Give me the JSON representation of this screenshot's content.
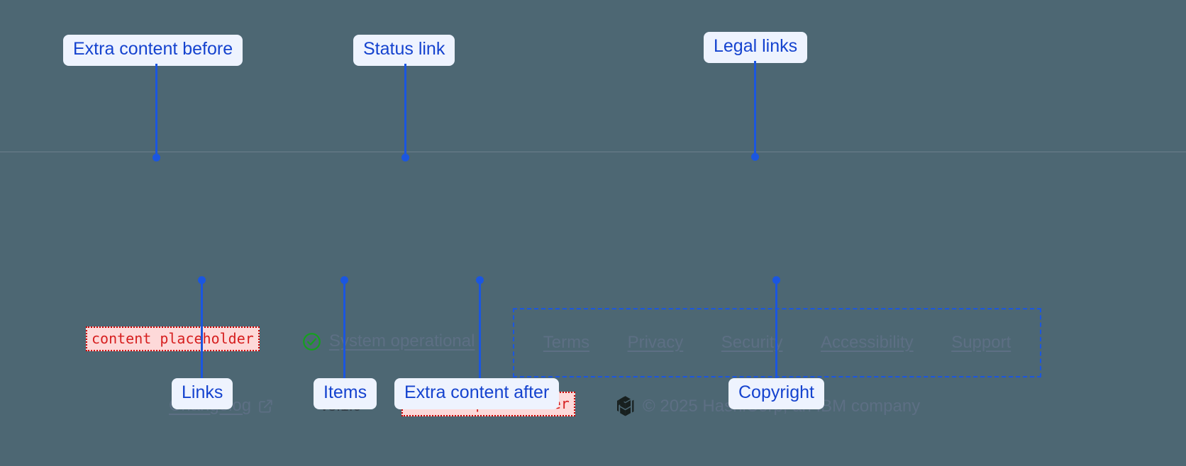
{
  "footer": {
    "extra_content_before": {
      "text": "content placeholder"
    },
    "status": {
      "icon": "check-circle-icon",
      "label": "System operational"
    },
    "legal_links": [
      {
        "label": "Terms"
      },
      {
        "label": "Privacy"
      },
      {
        "label": "Security"
      },
      {
        "label": "Accessibility"
      },
      {
        "label": "Support"
      }
    ],
    "links": [
      {
        "label": "Changelog",
        "icon": "external-link-icon"
      }
    ],
    "items": [
      {
        "label": "v3.1.0"
      }
    ],
    "extra_content_after": {
      "text": "content placeholder"
    },
    "copyright": {
      "logo_icon": "hashicorp-logo-icon",
      "text": "© 2025 HashiCorp, an IBM company"
    }
  },
  "annotations": [
    {
      "id": "extra-content-before",
      "label": "Extra content before"
    },
    {
      "id": "status-link",
      "label": "Status link"
    },
    {
      "id": "legal-links",
      "label": "Legal links"
    },
    {
      "id": "links",
      "label": "Links"
    },
    {
      "id": "items",
      "label": "Items"
    },
    {
      "id": "extra-content-after",
      "label": "Extra content after"
    },
    {
      "id": "copyright",
      "label": "Copyright"
    }
  ],
  "colors": {
    "background": "#4d6773",
    "annotation_accent": "#1b56e0",
    "annotation_bg": "#eef3fe",
    "placeholder_text": "#d61f1f",
    "placeholder_bg": "#fdd9d9",
    "status_ok": "#15a01f",
    "muted_text": "#5d6f84"
  }
}
